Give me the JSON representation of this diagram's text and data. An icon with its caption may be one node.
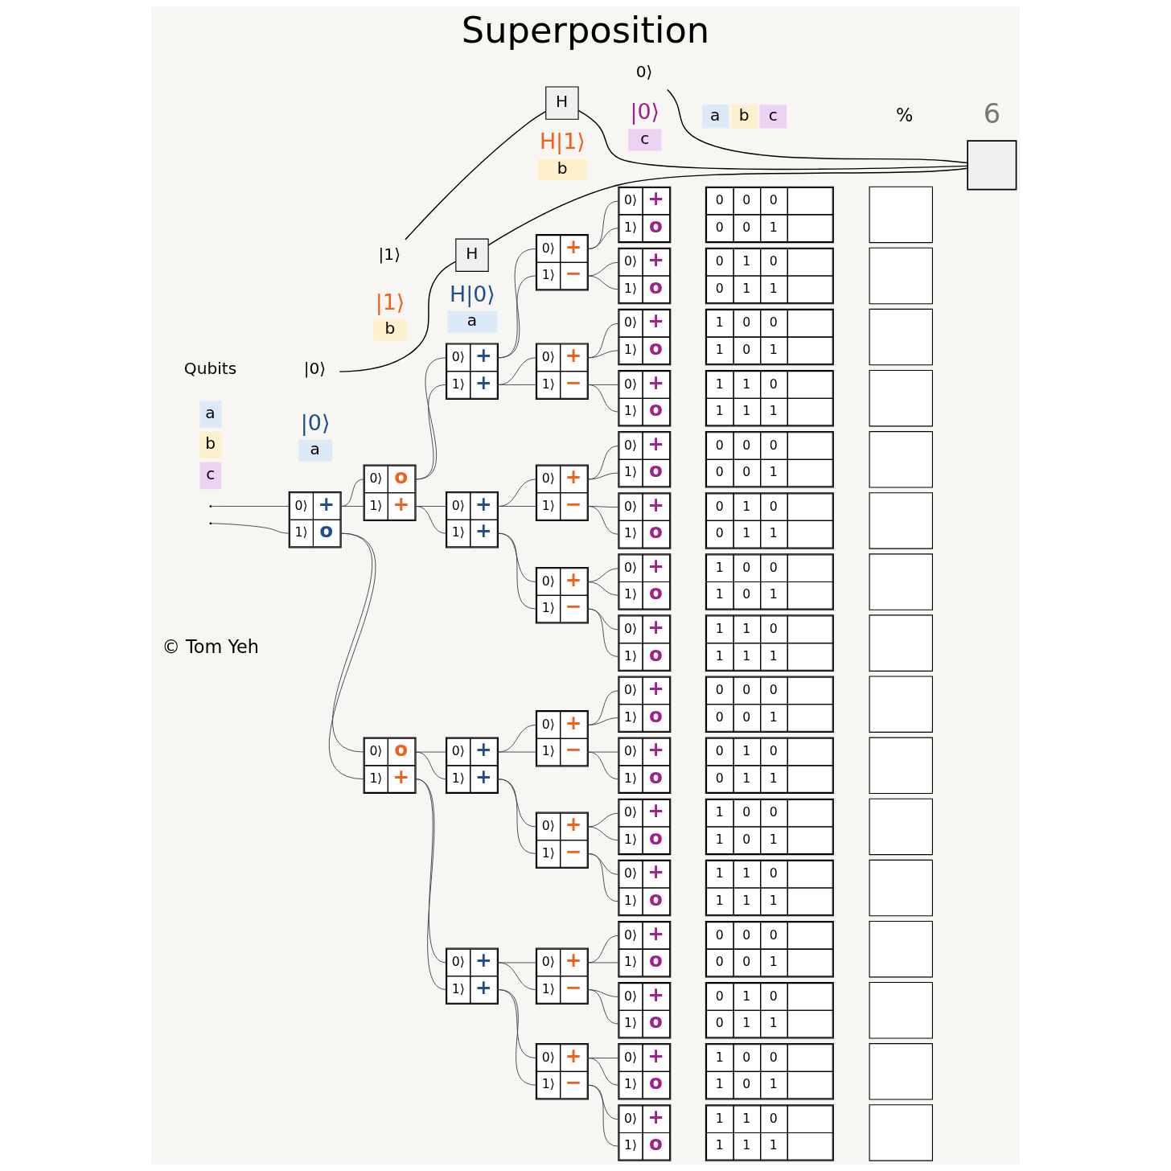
{
  "diagram": {
    "title": "Superposition",
    "nodes": [
      {
        "text": [
          "|0⟩"
        ]
      },
      {
        "text": [
          "H"
        ]
      },
      {
        "text": [
          "|1⟩"
        ]
      },
      {
        "text": [
          "H"
        ]
      },
      {
        "text": [
          "0⟩"
        ]
      },
      {
        "text": [],
        "shape": "box"
      },
      {
        "text": [
          "0⟩",
          "+",
          "1⟩",
          "o"
        ]
      },
      {
        "text": [
          "0⟩",
          "o",
          "1⟩",
          "+"
        ]
      },
      {
        "text": [
          "0⟩",
          "o",
          "1⟩",
          "+"
        ]
      },
      {
        "text": [
          "0⟩",
          "+",
          "1⟩",
          "+"
        ]
      },
      {
        "text": [
          "0⟩",
          "+",
          "1⟩",
          "+"
        ]
      },
      {
        "text": [
          "0⟩",
          "+",
          "1⟩",
          "+"
        ]
      },
      {
        "text": [
          "0⟩",
          "+",
          "1⟩",
          "+"
        ]
      },
      {
        "text": [
          "0⟩",
          "+",
          "1⟩",
          "−"
        ]
      },
      {
        "text": [
          "0⟩",
          "+",
          "1⟩",
          "−"
        ]
      },
      {
        "text": [
          "0⟩",
          "+",
          "1⟩",
          "−"
        ]
      },
      {
        "text": [
          "0⟩",
          "+",
          "1⟩",
          "−"
        ]
      },
      {
        "text": [
          "0⟩",
          "+",
          "1⟩",
          "−"
        ]
      },
      {
        "text": [
          "0⟩",
          "+",
          "1⟩",
          "−"
        ]
      },
      {
        "text": [
          "0⟩",
          "+",
          "1⟩",
          "−"
        ]
      },
      {
        "text": [
          "0⟩",
          "+",
          "1⟩",
          "−"
        ]
      },
      {
        "text": [
          "0⟩",
          "+",
          "1⟩",
          "o"
        ]
      },
      {
        "text": [
          "0⟩",
          "+",
          "1⟩",
          "o"
        ]
      },
      {
        "text": [
          "0⟩",
          "+",
          "1⟩",
          "o"
        ]
      },
      {
        "text": [
          "0⟩",
          "+",
          "1⟩",
          "o"
        ]
      },
      {
        "text": [
          "0⟩",
          "+",
          "1⟩",
          "o"
        ]
      },
      {
        "text": [
          "0⟩",
          "+",
          "1⟩",
          "o"
        ]
      },
      {
        "text": [
          "0⟩",
          "+",
          "1⟩",
          "o"
        ]
      },
      {
        "text": [
          "0⟩",
          "+",
          "1⟩",
          "o"
        ]
      },
      {
        "text": [
          "0⟩",
          "+",
          "1⟩",
          "o"
        ]
      },
      {
        "text": [
          "0⟩",
          "+",
          "1⟩",
          "o"
        ]
      },
      {
        "text": [
          "0⟩",
          "+",
          "1⟩",
          "o"
        ]
      },
      {
        "text": [
          "0⟩",
          "+",
          "1⟩",
          "o"
        ]
      },
      {
        "text": [
          "0⟩",
          "+",
          "1⟩",
          "o"
        ]
      },
      {
        "text": [
          "0⟩",
          "+",
          "1⟩",
          "o"
        ]
      },
      {
        "text": [
          "0⟩",
          "+",
          "1⟩",
          "o"
        ]
      },
      {
        "text": [
          "0⟩",
          "+",
          "1⟩",
          "o"
        ]
      }
    ],
    "edges": [
      {
        "from": 0,
        "to": 1,
        "arrow": "none"
      },
      {
        "from": 1,
        "to": 5,
        "arrow": "none"
      },
      {
        "from": 2,
        "to": 3,
        "arrow": "none"
      },
      {
        "from": 3,
        "to": 5,
        "arrow": "none"
      },
      {
        "from": 4,
        "to": 5,
        "arrow": "none"
      },
      {
        "from": null,
        "to": 6,
        "arrow": "none"
      },
      {
        "from": null,
        "to": 6,
        "arrow": "none"
      },
      {
        "from": 6,
        "to": 7,
        "arrow": "none"
      },
      {
        "from": 6,
        "to": 7,
        "arrow": "none"
      },
      {
        "from": 6,
        "to": 8,
        "arrow": "none"
      },
      {
        "from": 6,
        "to": 8,
        "arrow": "none"
      },
      {
        "from": 7,
        "to": 9,
        "arrow": "none"
      },
      {
        "from": 7,
        "to": 9,
        "arrow": "none"
      },
      {
        "from": 7,
        "to": 10,
        "arrow": "none"
      },
      {
        "from": 7,
        "to": 10,
        "arrow": "none"
      },
      {
        "from": 8,
        "to": 11,
        "arrow": "none"
      },
      {
        "from": 8,
        "to": 11,
        "arrow": "none"
      },
      {
        "from": 8,
        "to": 12,
        "arrow": "none"
      },
      {
        "from": 8,
        "to": 12,
        "arrow": "none"
      },
      {
        "from": 9,
        "to": 13,
        "arrow": "none"
      },
      {
        "from": 9,
        "to": 13,
        "arrow": "none"
      },
      {
        "from": 9,
        "to": 14,
        "arrow": "none"
      },
      {
        "from": 9,
        "to": 14,
        "arrow": "none"
      },
      {
        "from": 10,
        "to": 15,
        "arrow": "none"
      },
      {
        "from": 10,
        "to": 15,
        "arrow": "none"
      },
      {
        "from": 10,
        "to": 16,
        "arrow": "none"
      },
      {
        "from": 10,
        "to": 16,
        "arrow": "none"
      },
      {
        "from": 11,
        "to": 17,
        "arrow": "none"
      },
      {
        "from": 11,
        "to": 17,
        "arrow": "none"
      },
      {
        "from": 11,
        "to": 18,
        "arrow": "none"
      },
      {
        "from": 11,
        "to": 18,
        "arrow": "none"
      },
      {
        "from": 12,
        "to": 19,
        "arrow": "none"
      },
      {
        "from": 12,
        "to": 19,
        "arrow": "none"
      },
      {
        "from": 12,
        "to": 20,
        "arrow": "none"
      },
      {
        "from": 12,
        "to": 20,
        "arrow": "none"
      },
      {
        "from": 13,
        "to": 21,
        "arrow": "none"
      },
      {
        "from": 13,
        "to": 21,
        "arrow": "none"
      },
      {
        "from": 13,
        "to": 22,
        "arrow": "none"
      },
      {
        "from": 13,
        "to": 22,
        "arrow": "none"
      },
      {
        "from": 14,
        "to": 23,
        "arrow": "none"
      },
      {
        "from": 14,
        "to": 23,
        "arrow": "none"
      },
      {
        "from": 14,
        "to": 24,
        "arrow": "none"
      },
      {
        "from": 14,
        "to": 24,
        "arrow": "none"
      },
      {
        "from": 15,
        "to": 25,
        "arrow": "none"
      },
      {
        "from": 15,
        "to": 25,
        "arrow": "none"
      },
      {
        "from": 15,
        "to": 26,
        "arrow": "none"
      },
      {
        "from": 15,
        "to": 26,
        "arrow": "none"
      },
      {
        "from": 16,
        "to": 27,
        "arrow": "none"
      },
      {
        "from": 16,
        "to": 27,
        "arrow": "none"
      },
      {
        "from": 16,
        "to": 28,
        "arrow": "none"
      },
      {
        "from": 16,
        "to": 28,
        "arrow": "none"
      },
      {
        "from": 17,
        "to": 29,
        "arrow": "none"
      },
      {
        "from": 17,
        "to": 29,
        "arrow": "none"
      },
      {
        "from": 17,
        "to": 30,
        "arrow": "none"
      },
      {
        "from": 17,
        "to": 30,
        "arrow": "none"
      },
      {
        "from": 18,
        "to": 31,
        "arrow": "none"
      },
      {
        "from": 18,
        "to": 31,
        "arrow": "none"
      },
      {
        "from": 18,
        "to": 32,
        "arrow": "none"
      },
      {
        "from": 18,
        "to": 32,
        "arrow": "none"
      },
      {
        "from": 19,
        "to": 33,
        "arrow": "none"
      },
      {
        "from": 19,
        "to": 33,
        "arrow": "none"
      },
      {
        "from": 19,
        "to": 34,
        "arrow": "none"
      },
      {
        "from": 19,
        "to": 34,
        "arrow": "none"
      },
      {
        "from": 20,
        "to": 35,
        "arrow": "none"
      },
      {
        "from": 20,
        "to": 35,
        "arrow": "none"
      },
      {
        "from": 20,
        "to": 36,
        "arrow": "none"
      },
      {
        "from": 20,
        "to": 36,
        "arrow": "none"
      }
    ],
    "labels": [
      "6",
      "Qubits",
      "|0⟩",
      "a",
      "|1⟩",
      "b",
      "H|0⟩",
      "a",
      "H|1⟩",
      "b",
      "|0⟩",
      "c",
      "a",
      "b",
      "c",
      "%",
      "0",
      "0",
      "0",
      "0",
      "0",
      "1",
      "0",
      "1",
      "0",
      "0",
      "1",
      "1",
      "1",
      "0",
      "0",
      "1",
      "0",
      "1",
      "1",
      "1",
      "0",
      "1",
      "1",
      "1",
      "0",
      "0",
      "0",
      "0",
      "0",
      "1",
      "0",
      "1",
      "0",
      "0",
      "1",
      "1",
      "1",
      "0",
      "0",
      "1",
      "0",
      "1",
      "1",
      "1",
      "0",
      "1",
      "1",
      "1",
      "0",
      "0",
      "0",
      "0",
      "0",
      "1",
      "0",
      "1",
      "0",
      "0",
      "1",
      "1",
      "1",
      "0",
      "0",
      "1",
      "0",
      "1",
      "1",
      "1",
      "0",
      "1",
      "1",
      "1",
      "0",
      "0",
      "0",
      "0",
      "0",
      "1",
      "0",
      "1",
      "0",
      "0",
      "1",
      "1",
      "1",
      "0",
      "0",
      "1",
      "0",
      "1",
      "1",
      "1",
      "0",
      "1",
      "1",
      "1",
      "© Tom Yeh"
    ],
    "legend": [
      {
        "text": "a",
        "color": "#dce9f6"
      },
      {
        "text": "b",
        "color": "#fdf1cd"
      },
      {
        "text": "c",
        "color": "#edd3f3"
      }
    ]
  }
}
